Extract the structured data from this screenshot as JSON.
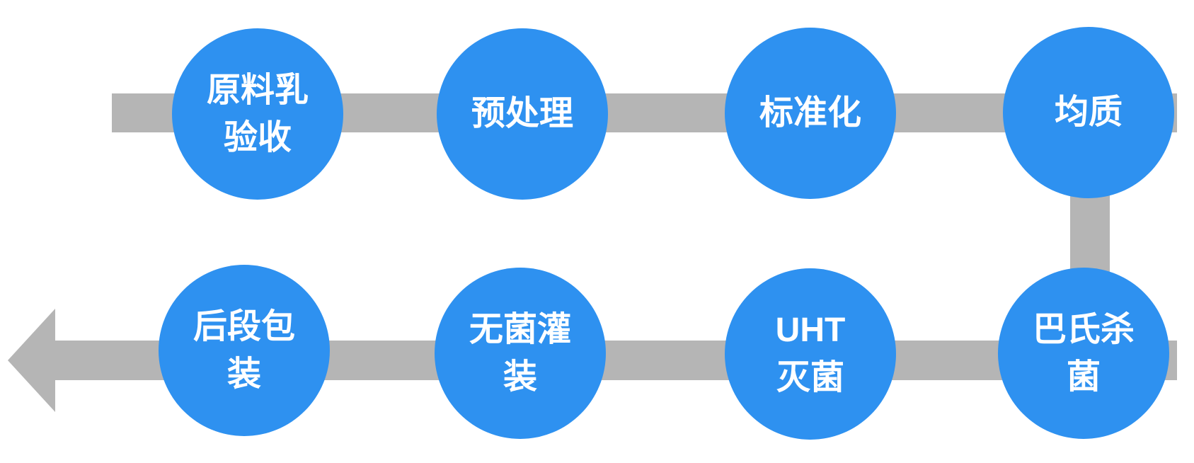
{
  "colors": {
    "node_fill": "#2E91F0",
    "connector": "#B5B5B5",
    "label_text": "#FFFFFF"
  },
  "flow": {
    "nodes": [
      {
        "id": "raw-milk-acceptance",
        "label": "原料乳\n验收"
      },
      {
        "id": "pretreatment",
        "label": "预处理"
      },
      {
        "id": "standardization",
        "label": "标准化"
      },
      {
        "id": "homogenization",
        "label": "均质"
      },
      {
        "id": "pasteurization",
        "label": "巴氏杀\n菌"
      },
      {
        "id": "uht-sterilization",
        "label": "UHT\n灭菌"
      },
      {
        "id": "aseptic-filling",
        "label": "无菌灌\n装"
      },
      {
        "id": "final-packaging",
        "label": "后段包\n装"
      }
    ]
  }
}
